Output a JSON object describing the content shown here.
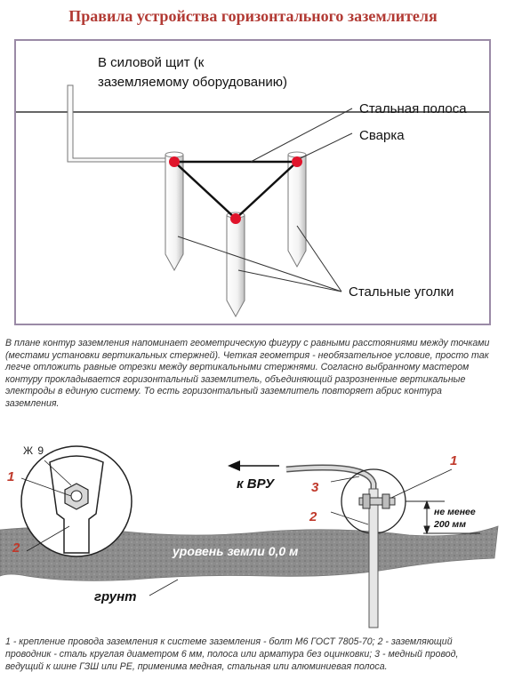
{
  "title": "Правила устройства горизонтального заземлителя",
  "top_diagram": {
    "label_power": "В силовой щит (к заземляемому оборудованию)",
    "label_strip": "Стальная полоса",
    "label_weld": "Сварка",
    "label_angles": "Стальные уголки",
    "weld_color": "#e0142b"
  },
  "description": "В плане контур заземления напоминает геометрическую фигуру с равными расстояниями между точками (местами установки вертикальных стержней). Четкая геометрия - необязательное условие, просто так легче отложить равные отрезки между вертикальными стержнями. Согласно выбранному мастером контуру прокладывается горизонтальный заземлитель, объединяющий разрозненные вертикальные электроды в единую систему. То есть горизонтальный заземлитель повторяет абрис контура заземления.",
  "bottom_diagram": {
    "left_num_1": "1",
    "left_num_2": "2",
    "bolt_size": "Ж 9",
    "to_vru": "к ВРУ",
    "right_num_1": "1",
    "right_num_2": "2",
    "right_num_3": "3",
    "min_depth_line1": "не менее",
    "min_depth_line2": "200 мм",
    "ground_level": "уровень земли 0,0 м",
    "soil": "грунт",
    "number_color": "#c0392b"
  },
  "legend": "1 - крепление провода заземления к системе заземления - болт М6 ГОСТ 7805-70; 2 - заземляющий проводник - сталь круглая диаметром 6 мм, полоса или арматура без оцинковки; 3 - медный провод, ведущий к шине ГЗШ или РЕ, применима медная, стальная или алюминиевая полоса."
}
